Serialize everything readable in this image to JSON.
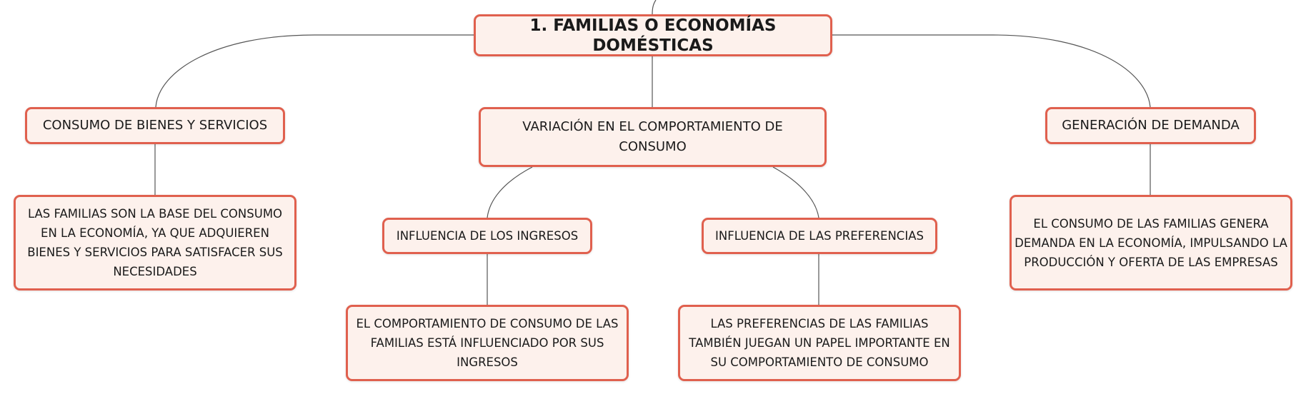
{
  "map": {
    "root": "1. FAMILIAS O ECONOMÍAS DOMÉSTICAS",
    "consumo": "CONSUMO DE BIENES Y SERVICIOS",
    "consumo_detalle": "LAS FAMILIAS SON LA BASE DEL CONSUMO EN LA ECONOMÍA, YA QUE ADQUIEREN BIENES Y SERVICIOS PARA SATISFACER SUS NECESIDADES",
    "variacion": "VARIACIÓN EN EL COMPORTAMIENTO DE CONSUMO",
    "ingresos": "INFLUENCIA DE LOS INGRESOS",
    "ingresos_detalle": "EL COMPORTAMIENTO DE CONSUMO DE LAS FAMILIAS ESTÁ INFLUENCIADO POR SUS INGRESOS",
    "preferencias": "INFLUENCIA DE LAS PREFERENCIAS",
    "preferencias_detalle": "LAS PREFERENCIAS DE LAS FAMILIAS TAMBIÉN JUEGAN UN PAPEL IMPORTANTE EN SU COMPORTAMIENTO DE CONSUMO",
    "demanda": "GENERACIÓN DE DEMANDA",
    "demanda_detalle": "EL CONSUMO DE LAS FAMILIAS GENERA DEMANDA EN LA ECONOMÍA, IMPULSANDO LA PRODUCCIÓN Y OFERTA DE LAS EMPRESAS"
  },
  "colors": {
    "node_fill": "#fdf1ec",
    "node_border": "#e0604e",
    "connector": "#555555",
    "text": "#1a1a1a"
  }
}
